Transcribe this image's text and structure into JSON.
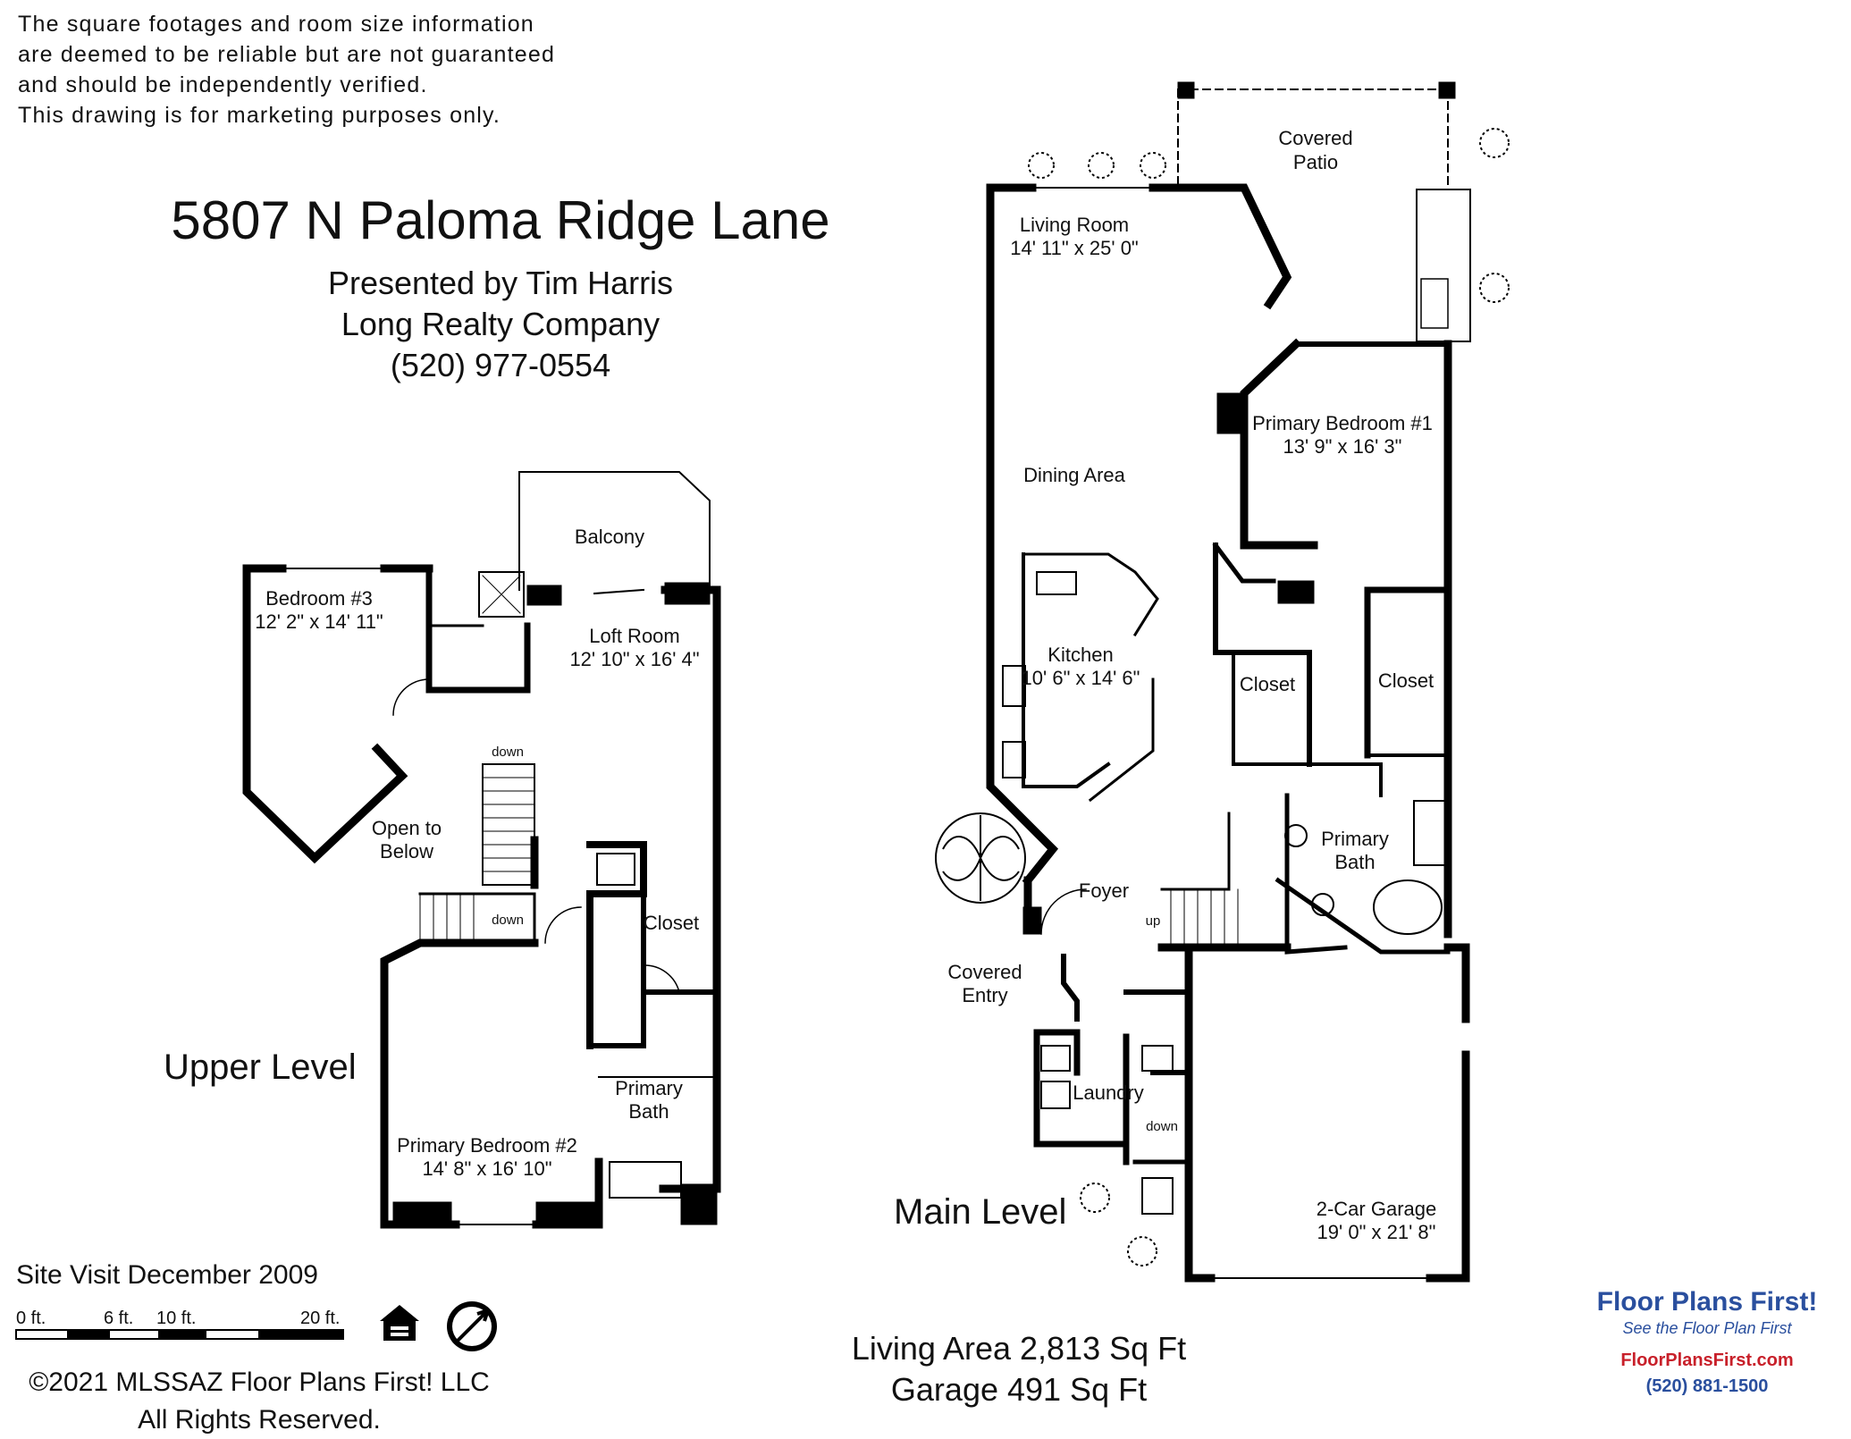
{
  "disclaimer": {
    "line1": "The square footages and room size information",
    "line2": "are deemed to be reliable but are not guaranteed",
    "line3": "and should be independently verified.",
    "line4": "This drawing is for marketing purposes only."
  },
  "header": {
    "address": "5807 N Paloma Ridge Lane",
    "presented_by": "Presented by Tim Harris",
    "company": "Long Realty Company",
    "phone": "(520) 977-0554"
  },
  "levels": {
    "upper": "Upper Level",
    "main": "Main Level"
  },
  "rooms": {
    "balcony": "Balcony",
    "bedroom3_name": "Bedroom #3",
    "bedroom3_size": "12' 2\" x 14' 11\"",
    "loft_name": "Loft Room",
    "loft_size": "12' 10\" x 16' 4\"",
    "open_below_1": "Open to",
    "open_below_2": "Below",
    "closet": "Closet",
    "primary_bath_1": "Primary",
    "primary_bath_2": "Bath",
    "primary_bed2_name": "Primary Bedroom #2",
    "primary_bed2_size": "14' 8\" x 16' 10\"",
    "covered_patio_1": "Covered",
    "covered_patio_2": "Patio",
    "living_name": "Living Room",
    "living_size": "14' 11\" x 25' 0\"",
    "primary_bed1_name": "Primary Bedroom #1",
    "primary_bed1_size": "13' 9\" x 16' 3\"",
    "dining": "Dining Area",
    "kitchen_name": "Kitchen",
    "kitchen_size": "10' 6\" x 14' 6\"",
    "foyer": "Foyer",
    "covered_entry_1": "Covered",
    "covered_entry_2": "Entry",
    "laundry": "Laundry",
    "garage_name": "2-Car Garage",
    "garage_size": "19' 0\" x 21' 8\"",
    "down": "down",
    "up": "up"
  },
  "footer": {
    "site_visit": "Site Visit December 2009",
    "scale_labels": [
      "0 ft.",
      "6 ft.",
      "10 ft.",
      "20 ft."
    ],
    "copyright_1": "©2021 MLSSAZ Floor Plans First! LLC",
    "copyright_2": "All Rights Reserved.",
    "living_area": "Living Area 2,813 Sq Ft",
    "garage_area": "Garage 491 Sq Ft"
  },
  "brand": {
    "logo": "Floor Plans First!",
    "tagline": "See the Floor Plan First",
    "website": "FloorPlansFirst.com",
    "phone": "(520) 881-1500",
    "color_blue": "#2a4f9e",
    "color_red": "#c8202a"
  },
  "icons": [
    "equal-housing-icon",
    "north-arrow-icon"
  ]
}
